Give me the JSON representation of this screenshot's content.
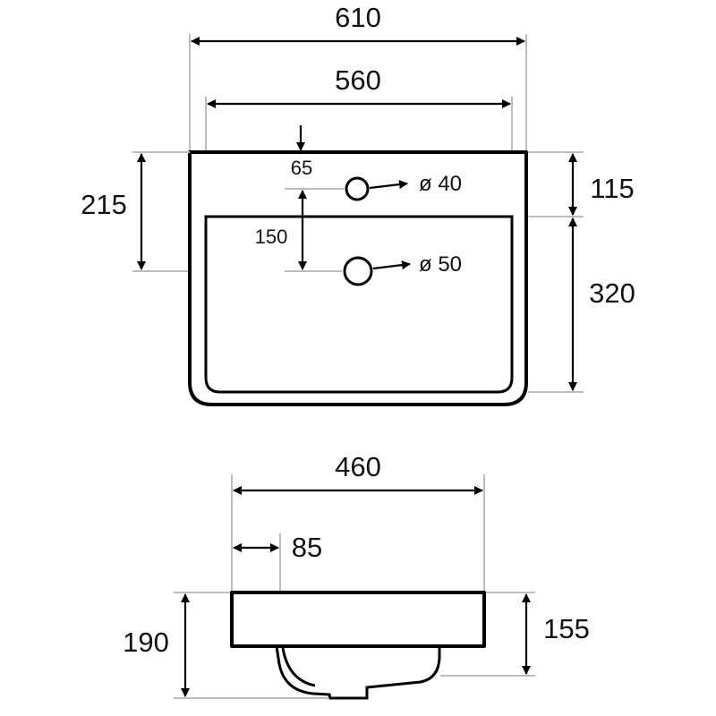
{
  "top_view": {
    "overall_width": "610",
    "basin_width": "560",
    "deck_depth": "215",
    "tap_offset": "65",
    "tap_hole": "ø 40",
    "tap_to_waste": "150",
    "waste_hole": "ø 50",
    "tap_setback": "115",
    "bowl_depth": "320"
  },
  "side_view": {
    "depth": "460",
    "rim_offset": "85",
    "total_height": "190",
    "rim_height": "155"
  },
  "colors": {
    "outline": "#000000",
    "extension_line": "#bdbdbd",
    "background": "#ffffff"
  }
}
